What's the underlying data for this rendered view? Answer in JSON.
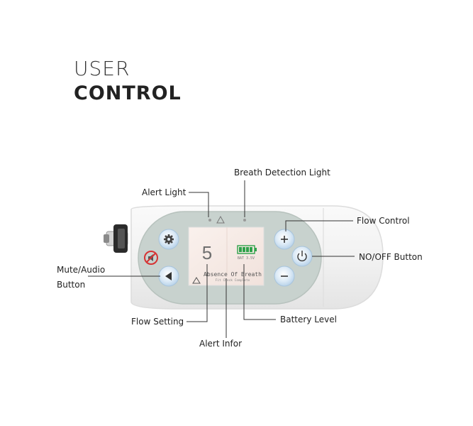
{
  "heading": {
    "line1": "USER",
    "line2": "CONTROL"
  },
  "labels": {
    "breath_detection_light": "Breath Detection Light",
    "alert_light": "Alert Light",
    "flow_control": "Flow Control",
    "on_off_button": "NO/OFF Button",
    "mute_audio_line1": "Mute/Audio",
    "mute_audio_line2": "Button",
    "flow_setting": "Flow Setting",
    "battery_level": "Battery Level",
    "alert_infor": "Alert Infor"
  },
  "screen": {
    "flow_value": "5",
    "message": "Absence Of Breath",
    "sub_message": "Fit Check Complete",
    "battery_small": "BAT 3.5V"
  },
  "icons": {
    "settings": "gear-icon",
    "mute": "no-sound-icon",
    "audio": "speaker-icon",
    "plus": "plus-icon",
    "minus": "minus-icon",
    "power": "power-icon",
    "alert": "warning-triangle-icon",
    "battery": "battery-icon"
  },
  "colors": {
    "device_body": "#f3f3f3",
    "panel": "#c9d3cf",
    "button": "#cfe3f3",
    "screen": "#f6e9e4",
    "battery": "#2ea24a",
    "mute_red": "#d63333"
  }
}
